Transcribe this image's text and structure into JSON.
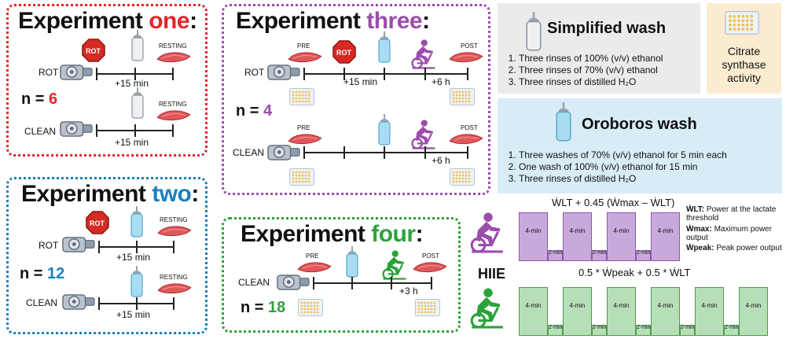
{
  "colors": {
    "one": "#e3262b",
    "two": "#1a7fc1",
    "three": "#9b4dab",
    "four": "#2aa33a",
    "hiie_purple": "#c8a9dc",
    "hiie_green": "#b7dfb7"
  },
  "exp_one": {
    "title_prefix": "Experiment",
    "title_word": "one",
    "n_label": "n =",
    "n_value": "6",
    "rot_label": "ROT",
    "clean_label": "CLEAN",
    "rot_sign": "ROT",
    "resting": "RESTING",
    "time": "+15 min"
  },
  "exp_two": {
    "title_prefix": "Experiment",
    "title_word": "two",
    "n_label": "n =",
    "n_value": "12",
    "rot_label": "ROT",
    "clean_label": "CLEAN",
    "rot_sign": "ROT",
    "resting": "RESTING",
    "time": "+15 min"
  },
  "exp_three": {
    "title_prefix": "Experiment",
    "title_word": "three",
    "n_label": "n =",
    "n_value": "4",
    "rot_label": "ROT",
    "clean_label": "CLEAN",
    "rot_sign": "ROT",
    "pre": "PRE",
    "post": "POST",
    "time_15": "+15 min",
    "time_6": "+6 h"
  },
  "exp_four": {
    "title_prefix": "Experiment",
    "title_word": "four",
    "n_label": "n =",
    "n_value": "18",
    "clean_label": "CLEAN",
    "pre": "PRE",
    "post": "POST",
    "time": "+3 h"
  },
  "simplified": {
    "title": "Simplified wash",
    "steps": [
      "Three rinses of 100% (v/v) ethanol",
      "Three rinses of 70% (v/v) ethanol",
      "Three rinses of distilled H₂O"
    ]
  },
  "citrate": {
    "line1": "Citrate",
    "line2": "synthase",
    "line3": "activity"
  },
  "oroboros": {
    "title": "Oroboros wash",
    "steps": [
      "Three washes of 70% (v/v) ethanol for 5 min each",
      "One wash of 100% (v/v) ethanol for 15 min",
      "Three rinses of distilled H₂O"
    ]
  },
  "hiie": {
    "label": "HIIE",
    "formula_top": "ẆLT + 0.45 (Ẇmax – ẆLT)",
    "formula_bottom": "0.5 * Ẇpeak + 0.5 * ẆLT",
    "work_label": "4-min",
    "rest_label": "2-min",
    "top_bouts": 4,
    "bottom_bouts": 6,
    "legend": [
      {
        "sym": "ẆLT:",
        "text": "Power at the lactate threshold"
      },
      {
        "sym": "Ẇmax:",
        "text": "Maximum power output"
      },
      {
        "sym": "Ẇpeak:",
        "text": "Peak power output"
      }
    ]
  }
}
